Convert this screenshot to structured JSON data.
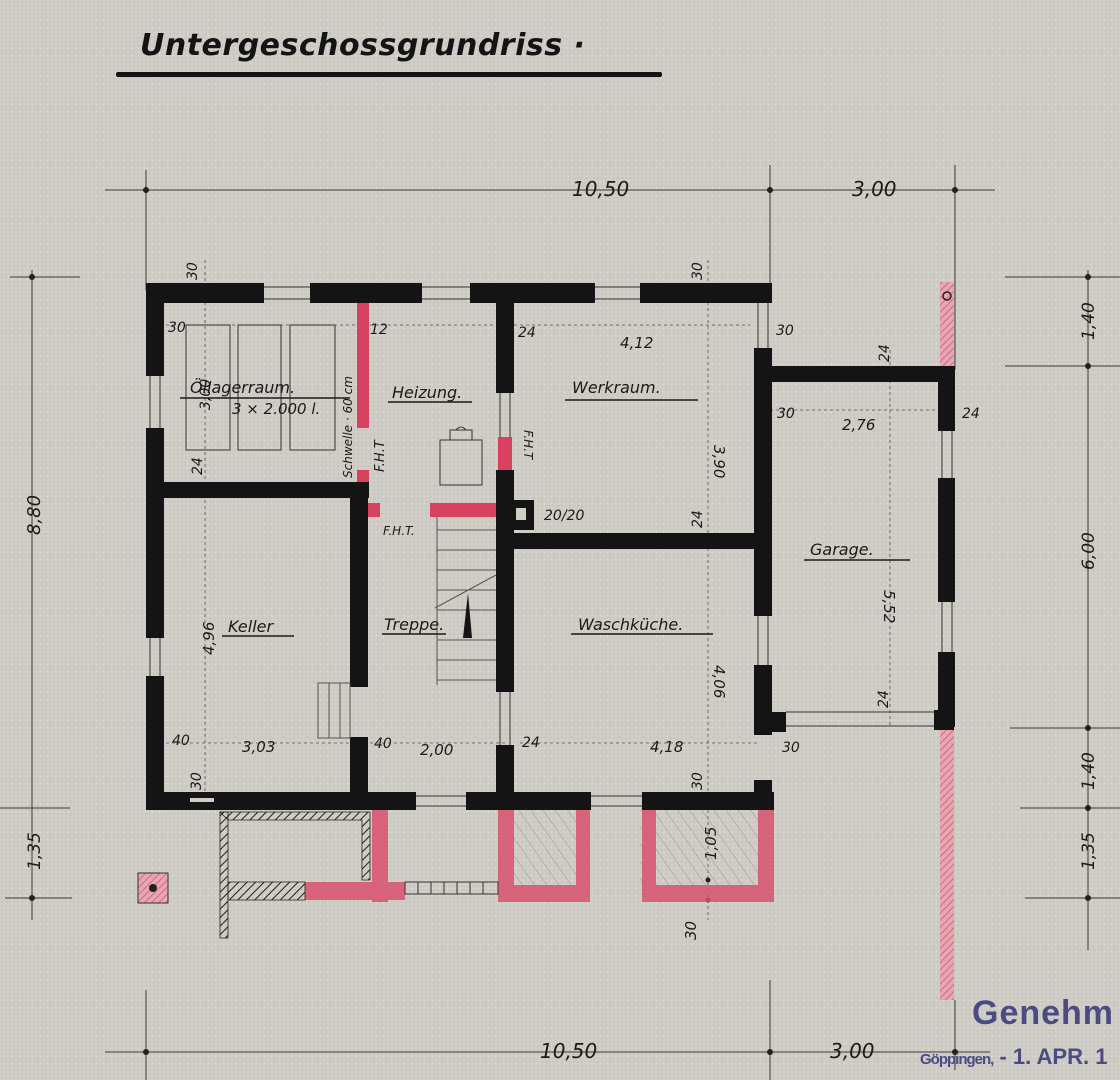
{
  "drawing": {
    "title": "Untergeschossgrundriss ·",
    "colors": {
      "paper": "#cfcdc6",
      "wall": "#141414",
      "red_pencil": "#d9415e",
      "stamp": "#4b4a82",
      "handwriting_blue": "#5a5fa0"
    }
  },
  "rooms": [
    {
      "name": "Öllagerraum.",
      "note": "3 × 2.000 l.",
      "dim_v": "3,00",
      "wall_top": "30",
      "wall_left": "30",
      "wall_bottom": "24"
    },
    {
      "name": "Heizung.",
      "wall_left": "12",
      "note_threshold": "Schwelle · 60 cm",
      "door_label": "F.H.T",
      "door_label_2": "F.H.T."
    },
    {
      "name": "Werkraum.",
      "dim_h": "4,12",
      "dim_v": "3,90",
      "wall_left": "24",
      "wall_top": "30",
      "wall_right": "30",
      "wall_bottom": "24",
      "door_label": "F.H.T",
      "chimney": "20/20"
    },
    {
      "name": "Garage.",
      "dim_h": "2,76",
      "dim_v": "5,52",
      "wall_top": "24",
      "wall_left": "30",
      "wall_right": "24",
      "wall_bottom": "24"
    },
    {
      "name": "Keller",
      "dim_h": "3,03",
      "dim_v": "4,96",
      "wall_left": "40",
      "wall_bottom": "30"
    },
    {
      "name": "Treppe.",
      "dim_h": "2,00",
      "wall_left": "40"
    },
    {
      "name": "Waschküche.",
      "dim_h": "4,18",
      "dim_v": "4,06",
      "wall_left": "24",
      "wall_right": "30",
      "wall_bottom": "30"
    }
  ],
  "dimensions": {
    "top": [
      "10,50",
      "3,00"
    ],
    "bottom": [
      "10,50",
      "3,00"
    ],
    "left": [
      "8,80",
      "1,35"
    ],
    "right": [
      "1,40",
      "6,00",
      "1,40",
      "1,35"
    ],
    "light_well": [
      "1,05",
      "30"
    ]
  },
  "stamp": {
    "title": "Genehm",
    "place": "Göppingen,",
    "date": "- 1. APR. 1"
  }
}
